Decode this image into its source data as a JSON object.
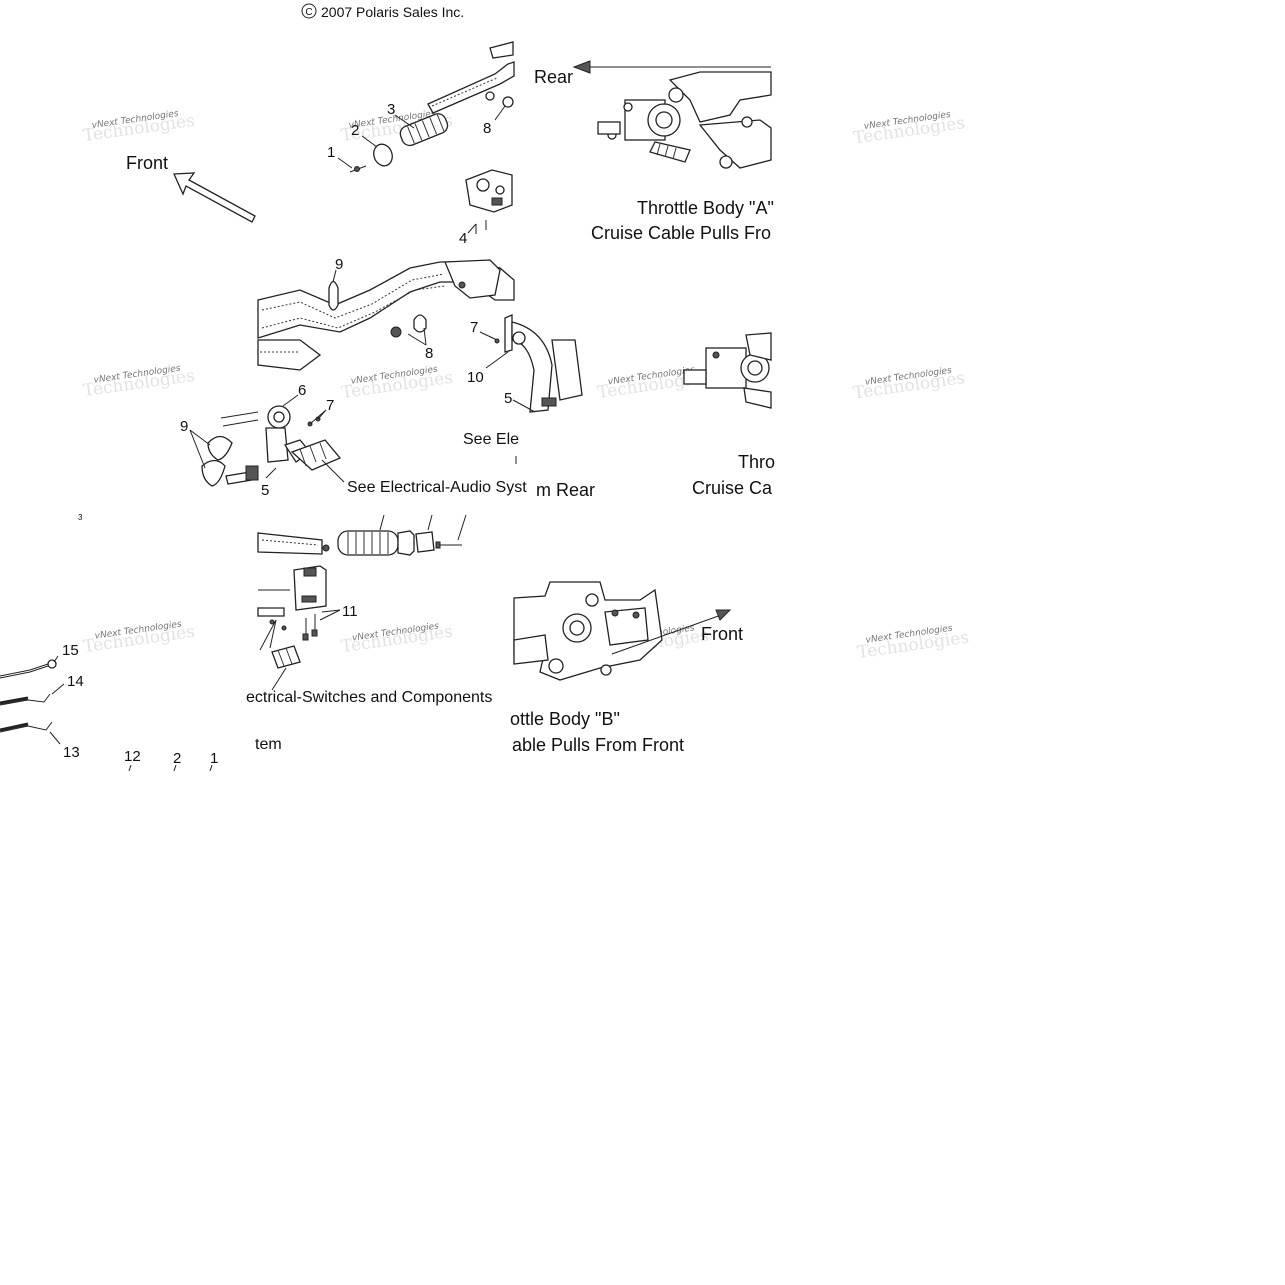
{
  "copyright": "2007 Polaris Sales Inc.",
  "copyright_symbol": "C",
  "watermark": {
    "text": "vNext Technologies",
    "color": "#777777"
  },
  "callouts": {
    "c1_top": "1",
    "c2_top": "2",
    "c3_top": "3",
    "c4_top": "4",
    "c8_top": "8",
    "c9_mid": "9",
    "c8_mid": "8",
    "c7_mid": "7",
    "c10_mid": "10",
    "c5_mid": "5",
    "c6_left": "6",
    "c7_left": "7",
    "c9_left": "9",
    "c5_left": "5",
    "c11": "11",
    "c15": "15",
    "c14": "14",
    "c13": "13",
    "c12": "12",
    "c2_bottom": "2",
    "c1_bottom": "1",
    "c3_edge": "3"
  },
  "direction_labels": {
    "front_left": "Front",
    "rear_top": "Rear",
    "front_bottom": "Front",
    "rear_mid": "m Rear"
  },
  "captions": {
    "throttle_a_title": "Throttle Body \"A\"",
    "throttle_a_sub": "Cruise Cable Pulls Fro",
    "throttle_mid_title": "Thro",
    "throttle_mid_sub": "Cruise Ca",
    "throttle_b_title": "ottle Body \"B\"",
    "throttle_b_sub": "able Pulls From Front"
  },
  "notes": {
    "see_elec_short": "See Ele",
    "see_audio": "See Electrical-Audio Syst",
    "see_switches": "ectrical-Switches and Components",
    "stem_fragment": "tem"
  }
}
